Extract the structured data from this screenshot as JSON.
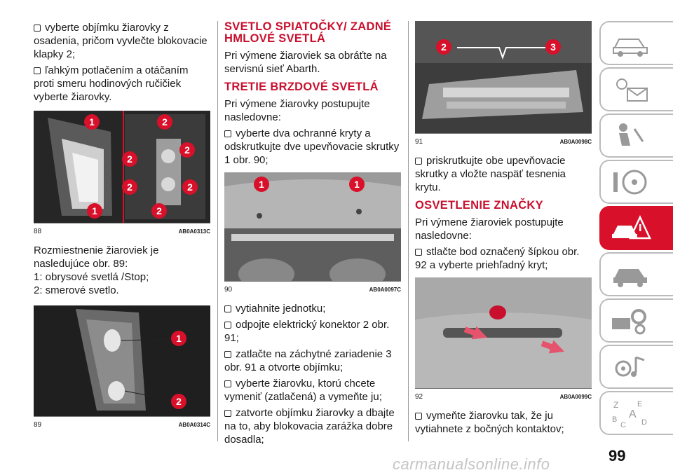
{
  "col1": {
    "p1": "vyberte objímku žiarovky z osadenia, pričom vyvlečte blokovacie klapky 2;",
    "p2": "ľahkým potlačením a otáčaním proti smeru hodinových ručičiek vyberte žiarovky.",
    "fig88": {
      "num": "88",
      "code": "AB0A0313C",
      "labels": [
        "1",
        "2",
        "2",
        "2",
        "2",
        "2",
        "1",
        "2"
      ]
    },
    "p3": "Rozmiestnenie žiaroviek je nasledujúce obr. 89:",
    "p4": "1: obrysové svetlá /Stop;",
    "p5": "2: smerové svetlo.",
    "fig89": {
      "num": "89",
      "code": "AB0A0314C",
      "labels": [
        "1",
        "2"
      ]
    }
  },
  "col2": {
    "h1": "SVETLO SPIATOČKY/ ZADNÉ HMLOVÉ SVETLÁ",
    "p1": "Pri výmene žiaroviek sa obráťte na servisnú sieť Abarth.",
    "h2": "TRETIE BRZDOVÉ SVETLÁ",
    "p2": "Pri výmene žiarovky postupujte nasledovne:",
    "p3": "vyberte dva ochranné kryty a odskrutkujte dve upevňovacie skrutky 1 obr. 90;",
    "fig90": {
      "num": "90",
      "code": "AB0A0097C",
      "labels": [
        "1",
        "1"
      ]
    },
    "p4": "vytiahnite jednotku;",
    "p5": "odpojte elektrický konektor 2 obr. 91;",
    "p6": "zatlačte na záchytné zariadenie 3 obr. 91 a otvorte objímku;",
    "p7": "vyberte žiarovku, ktorú chcete vymeniť (zatlačená) a vymeňte ju;",
    "p8": "zatvorte objímku žiarovky a dbajte na to, aby blokovacia zarážka dobre dosadla;"
  },
  "col3": {
    "fig91": {
      "num": "91",
      "code": "AB0A0098C",
      "labels": [
        "2",
        "3"
      ]
    },
    "p1": "priskrutkujte obe upevňovacie skrutky a vložte naspäť tesnenia krytu.",
    "h1": "OSVETLENIE ZNAČKY",
    "p2": "Pri výmene žiaroviek postupujte nasledovne:",
    "p3": "stlačte bod označený šípkou obr. 92 a vyberte priehľadný kryt;",
    "fig92": {
      "num": "92",
      "code": "AB0A0099C"
    },
    "p4": "vymeňte žiarovku tak, že ju vytiahnete z bočných kontaktov;"
  },
  "page_number": "99",
  "watermark": "carmanualsonline.info",
  "sidebar_tabs": [
    "car-icon",
    "warning-lights-icon",
    "airbag-seat-icon",
    "steering-wheel-icon",
    "breakdown-icon",
    "car-maintenance-icon",
    "gears-icon",
    "multimedia-icon",
    "index-abc-icon"
  ],
  "colors": {
    "accent_red": "#d8102a",
    "tab_border": "#bbbbbb"
  }
}
